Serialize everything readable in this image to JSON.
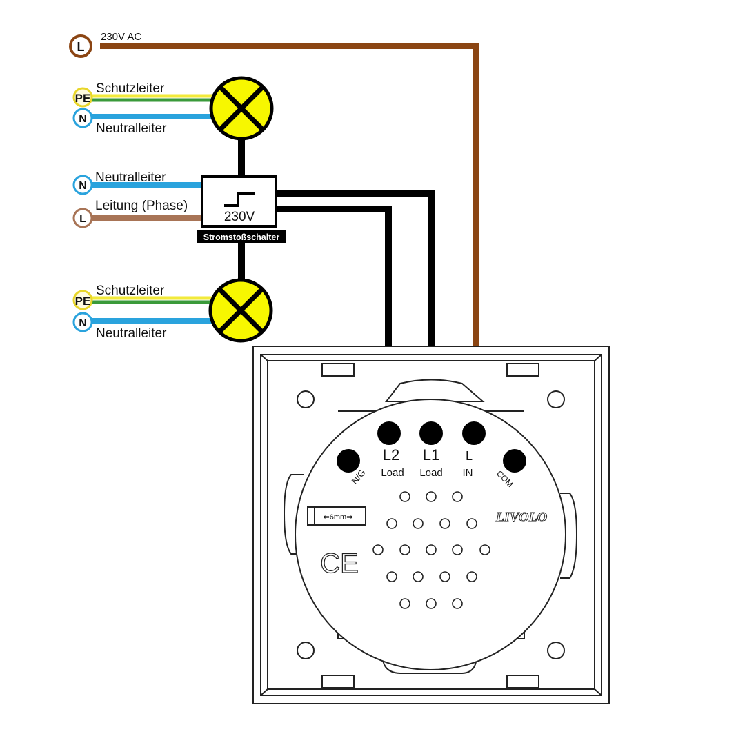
{
  "supply": {
    "badge": "L",
    "label": "230V AC"
  },
  "lamp_top": {
    "pe_badge": "PE",
    "pe_label": "Schutzleiter",
    "n_badge": "N",
    "n_label": "Neutralleiter"
  },
  "relay": {
    "n_badge": "N",
    "n_label": "Neutralleiter",
    "l_badge": "L",
    "l_label": "Leitung (Phase)",
    "voltage": "230V",
    "name": "Stromstoßschalter"
  },
  "lamp_bottom": {
    "pe_badge": "PE",
    "pe_label": "Schutzleiter",
    "n_badge": "N",
    "n_label": "Neutralleiter"
  },
  "switch": {
    "terminal_l2": "L2",
    "terminal_l2_sub": "Load",
    "terminal_l1": "L1",
    "terminal_l1_sub": "Load",
    "terminal_l": "L",
    "terminal_l_sub": "IN",
    "terminal_ng": "N/G",
    "terminal_com": "COM",
    "gauge": "⇐6mm⇒",
    "brand": "LIVOLO",
    "ce_mark": "CE"
  },
  "colors": {
    "phase_brown": "#8b4513",
    "phase_light_brown": "#a87456",
    "neutral_blue": "#2aa3dd",
    "earth_green": "#3a9a3a",
    "earth_yellow": "#f2ea3a",
    "lamp_yellow": "#f7f700",
    "wire_black": "#000000"
  }
}
